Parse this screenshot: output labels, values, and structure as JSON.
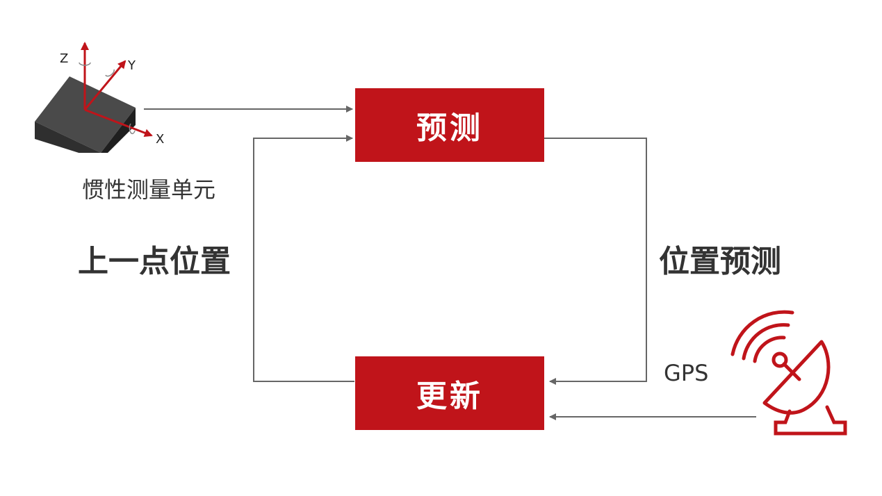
{
  "nodes": {
    "predict": "预测",
    "update": "更新"
  },
  "labels": {
    "imu": "惯性测量单元",
    "prev_position": "上一点位置",
    "position_prediction": "位置预测",
    "gps": "GPS"
  },
  "axes": {
    "z": "Z",
    "y": "Y",
    "x": "X"
  },
  "icons": {
    "imu": "imu-cube-icon",
    "gps": "satellite-dish-icon"
  },
  "colors": {
    "accent": "#c0141a",
    "line": "#666666",
    "text": "#333333"
  }
}
